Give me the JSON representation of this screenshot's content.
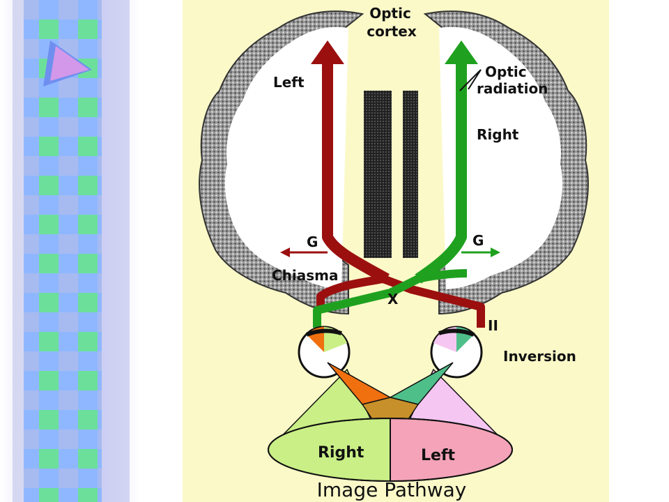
{
  "diagram": {
    "title": "Image Pathway",
    "labels": {
      "optic_cortex_1": "Optic",
      "optic_cortex_2": "cortex",
      "left": "Left",
      "optic_radiation_1": "Optic",
      "optic_radiation_2": "radiation",
      "right": "Right",
      "g_left": "G",
      "g_right": "G",
      "chiasma": "Chiasma",
      "x": "X",
      "ii": "II",
      "inversion": "Inversion",
      "field_right": "Right",
      "field_left": "Left"
    }
  },
  "colors": {
    "panel_bg": "#fbf9c8",
    "left_pathway": "#9b0f0f",
    "right_pathway": "#1fa11f",
    "field_right": "#c9ef86",
    "field_left": "#f4a3b8",
    "field_center": "#c8902a",
    "eye_orange": "#f07010",
    "eye_teal": "#4fbf8a",
    "cone_pink": "#f6c6f2",
    "sidebar_a": "#6fe6c8",
    "sidebar_b": "#8fb7ff",
    "sidebar_c": "#b7a8ff"
  },
  "icons": {
    "slide_marker": "play-triangle-icon"
  }
}
